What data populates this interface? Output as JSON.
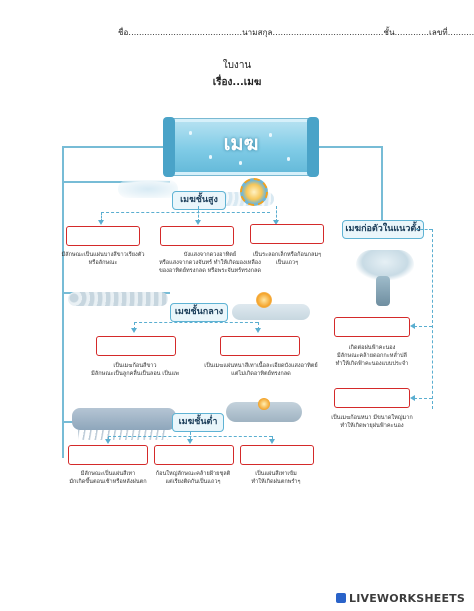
{
  "header": {
    "line": "ชื่อ...........................................นามสกุล..........................................ชั้น.............เลขที่..............."
  },
  "worksheet": {
    "title": "ใบงาน",
    "subject": "เรื่อง...เมฆ"
  },
  "banner": {
    "title": "เมฆ"
  },
  "groups": {
    "high": {
      "label": "เมฆชั้นสูง"
    },
    "vertical": {
      "label": "เมฆก่อตัวในแนวตั้ง"
    },
    "middle": {
      "label": "เมฆชั้นกลาง"
    },
    "low": {
      "label": "เมฆชั้นต่ำ"
    }
  },
  "descriptions": {
    "high_1": [
      "มีลักษณะเป็นแผ่นบางสีขาวเรียงตัว",
      "หรือลักษณะ"
    ],
    "high_2": [
      "บังแสงจากดวงอาทิตย์",
      "หรือแสงจากดวงจันทร์ ทำให้เกิดมองเหลือง",
      "ของอาทิตย์ทรงกลด หรือพระจันทร์ทรงกลด"
    ],
    "high_3": [
      "เป็นระลอกเล็กหรือก้อนกลมๆ",
      "เป็นแถวๆ"
    ],
    "middle_1": [
      "เป็นเมฆก้อนสีขาว",
      "มีลักษณะเป็นลูกคลื่นเป็นลอน เป็นแพ"
    ],
    "middle_2": [
      "เป็นเมฆแผ่นหนาสีเทาเนื้อละเอียดบังแสงอาทิตย์",
      "แต่ไม่เกิดอาทิตย์ทรงกลด"
    ],
    "vertical_1": [
      "เกิดต่อฝนฟ้าคะนอง",
      "มีลักษณะคล้ายดอกกะหล่ำปลี",
      "ทำให้เกิดฟ้าคะนองแบบประจำ"
    ],
    "vertical_2": [
      "เป็นเมฆก้อนหนา มีขนาดใหญ่มาก",
      "ทำให้เกิดพายุฝนฟ้าคะนอง"
    ],
    "low_1": [
      "มีลักษณะเป็นแผ่นสีเทา",
      "มักเกิดขึ้นตอนเช้าหรือหลังฝนตก"
    ],
    "low_2": [
      "ก้อนใหญ่ลักษณะคล้ายฝ้ายชุลติ",
      "แต่เรียงติดกันเป็นแถวๆ"
    ],
    "low_3": [
      "เป็นแผ่นสีเทาเข้ม",
      "ทำให้เกิดฝนตกพรำๆ"
    ]
  },
  "footer": {
    "brand": "LIVEWORKSHEETS"
  },
  "colors": {
    "accent": "#5fb3d4",
    "answer_box": "#d42a2a",
    "banner": "#7fcbe6"
  }
}
